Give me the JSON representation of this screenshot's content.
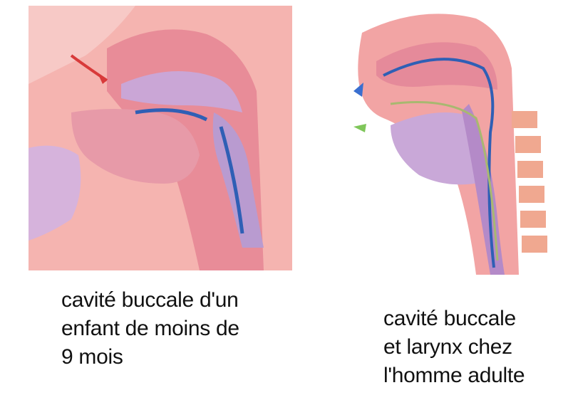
{
  "diagrams": [
    {
      "caption_lines": [
        "cavité buccale d'un",
        "enfant de moins de",
        "9 mois"
      ]
    },
    {
      "caption_lines": [
        "cavité buccale",
        "et larynx chez",
        "l'homme adulte"
      ]
    }
  ],
  "colors": {
    "skin": "#f2a4a4",
    "tissue": "#e58a9a",
    "mucosa": "#c9a8d8",
    "airflow": "#2f5fb5",
    "arrow_red": "#d83a3a",
    "arrow_blue": "#3a6fd0",
    "arrow_green": "#7fc65a",
    "vertebra": "#f0a890"
  }
}
